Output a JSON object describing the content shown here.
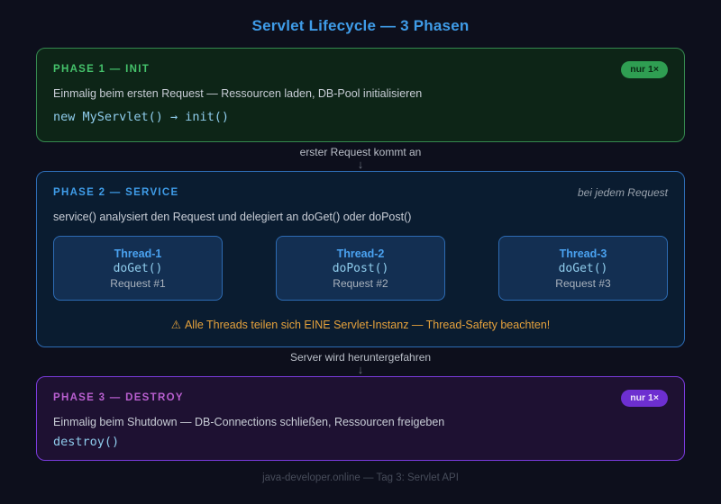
{
  "title": "Servlet Lifecycle — 3 Phasen",
  "phases": {
    "init": {
      "title": "PHASE 1 — INIT",
      "badge": "nur 1×",
      "description": "Einmalig beim ersten Request — Ressourcen laden, DB-Pool initialisieren",
      "code": "new MyServlet() → init()"
    },
    "service": {
      "title": "PHASE 2 — SERVICE",
      "note": "bei jedem Request",
      "description": "service() analysiert den Request und delegiert an doGet() oder doPost()",
      "threads": [
        {
          "name": "Thread-1",
          "method": "doGet()",
          "request": "Request #1"
        },
        {
          "name": "Thread-2",
          "method": "doPost()",
          "request": "Request #2"
        },
        {
          "name": "Thread-3",
          "method": "doGet()",
          "request": "Request #3"
        }
      ],
      "warning_icon": "⚠",
      "warning": "Alle Threads teilen sich EINE Servlet-Instanz — Thread-Safety beachten!"
    },
    "destroy": {
      "title": "PHASE 3 — DESTROY",
      "badge": "nur 1×",
      "description": "Einmalig beim Shutdown — DB-Connections schließen, Ressourcen freigeben",
      "code": "destroy()"
    }
  },
  "connectors": [
    {
      "label": "erster Request kommt an",
      "arrow": "↓"
    },
    {
      "label": "Server wird heruntergefahren",
      "arrow": "↓"
    }
  ],
  "footer": "java-developer.online — Tag 3: Servlet API",
  "colors": {
    "page_background": "#0d0f1c",
    "title_blue": "#3f9ce8",
    "init_green": "#45c26b",
    "init_border": "#35884f",
    "init_background": "#0d2517",
    "badge_green": "#2f9e52",
    "service_blue": "#3f9ce8",
    "service_border": "#2d6bb3",
    "service_background": "#0a1c30",
    "thread_background": "#132f52",
    "warning_orange": "#e6a23c",
    "destroy_purple": "#b95fd0",
    "destroy_border": "#7a3bdc",
    "destroy_background": "#1e1132",
    "badge_purple": "#6d2fd0",
    "code_blue": "#8fccec",
    "body_text": "#c8cdd6",
    "muted_text": "#b9bec7",
    "footer_text": "#474c5a"
  }
}
